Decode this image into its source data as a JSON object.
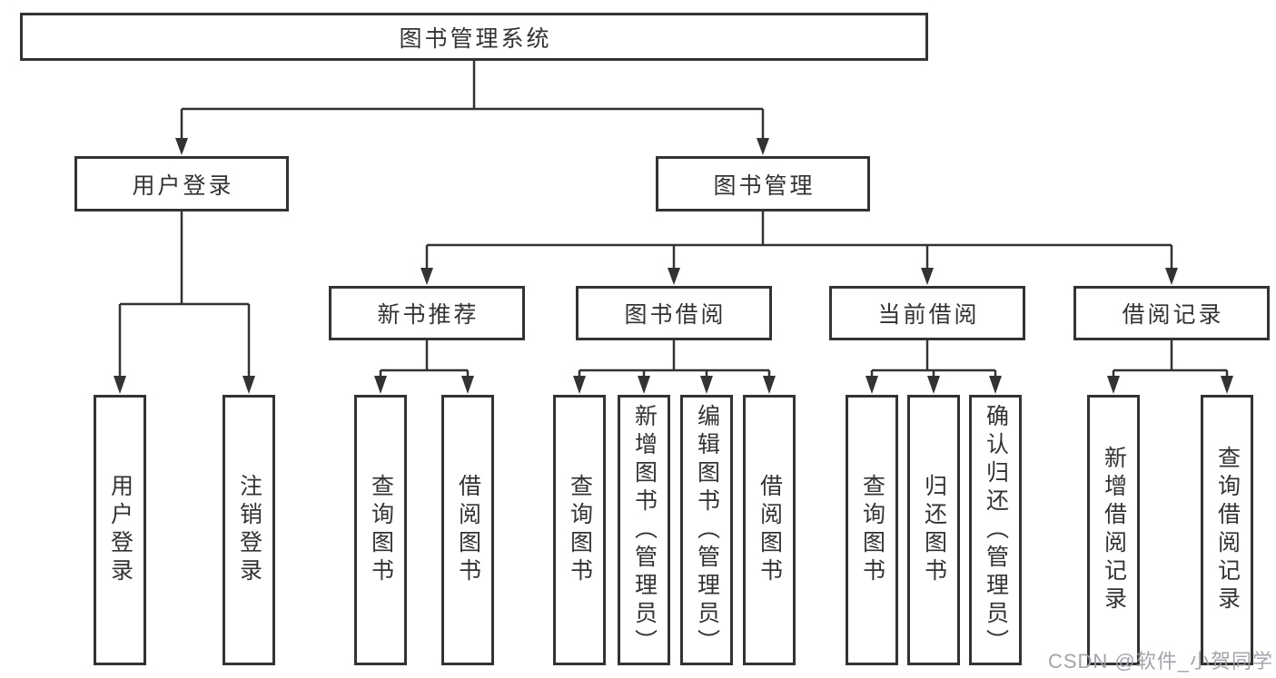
{
  "diagram": {
    "root": {
      "label": "图书管理系统",
      "children": [
        {
          "label": "用户登录",
          "children": [
            {
              "label": "用户登录"
            },
            {
              "label": "注销登录"
            }
          ]
        },
        {
          "label": "图书管理",
          "children": [
            {
              "label": "新书推荐",
              "children": [
                {
                  "label": "查询图书"
                },
                {
                  "label": "借阅图书"
                }
              ]
            },
            {
              "label": "图书借阅",
              "children": [
                {
                  "label": "查询图书"
                },
                {
                  "label": "新增图书（管理员）"
                },
                {
                  "label": "编辑图书（管理员）"
                },
                {
                  "label": "借阅图书"
                }
              ]
            },
            {
              "label": "当前借阅",
              "children": [
                {
                  "label": "查询图书"
                },
                {
                  "label": "归还图书"
                },
                {
                  "label": "确认归还（管理员）"
                }
              ]
            },
            {
              "label": "借阅记录",
              "children": [
                {
                  "label": "新增借阅记录"
                },
                {
                  "label": "查询借阅记录"
                }
              ]
            }
          ]
        }
      ]
    }
  },
  "watermark": {
    "text": "CSDN @软件_小贺同学"
  },
  "colors": {
    "line": "#333333",
    "box_border": "#333333",
    "text": "#333333",
    "background": "#ffffff",
    "watermark": "#9e9ea8"
  }
}
